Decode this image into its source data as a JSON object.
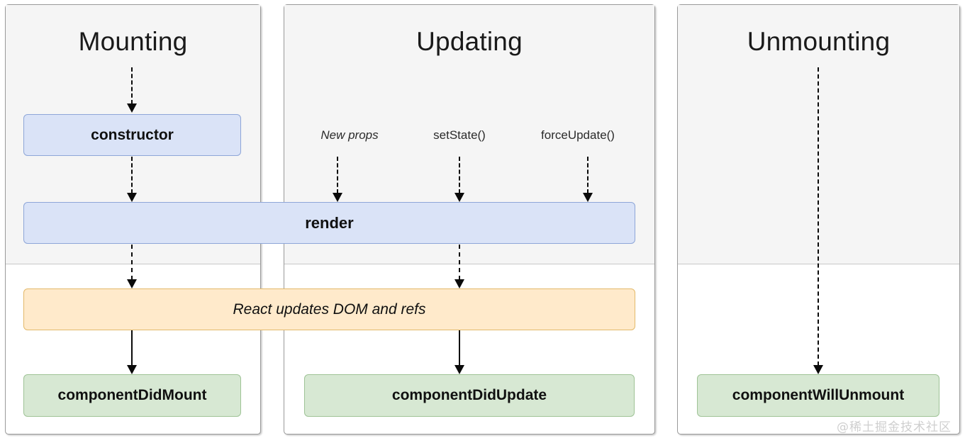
{
  "diagram": {
    "title_semantic": "react-component-lifecycle",
    "watermark": "@稀土掘金技术社区",
    "colors": {
      "blue_fill": "#dae3f7",
      "blue_stroke": "#8ea6d8",
      "green_fill": "#d7e8d3",
      "green_stroke": "#9fc396",
      "orange_fill": "#ffeacb",
      "orange_stroke": "#e3b96a",
      "panel_top_fill": "#f5f5f5",
      "panel_stroke": "#9a9a9a",
      "arrow_color": "#0a0a0a"
    }
  },
  "phases": {
    "mounting": {
      "title": "Mounting"
    },
    "updating": {
      "title": "Updating"
    },
    "unmounting": {
      "title": "Unmounting"
    }
  },
  "triggers": [
    {
      "label": "New props",
      "italic": true
    },
    {
      "label": "setState()",
      "italic": false
    },
    {
      "label": "forceUpdate()",
      "italic": false
    }
  ],
  "nodes": {
    "constructor": {
      "label": "constructor",
      "color": "blue"
    },
    "render": {
      "label": "render",
      "color": "blue"
    },
    "react_updates": {
      "label": "React updates DOM and refs",
      "color": "orange"
    },
    "component_did_mount": {
      "label": "componentDidMount",
      "color": "green"
    },
    "component_did_update": {
      "label": "componentDidUpdate",
      "color": "green"
    },
    "component_will_unmount": {
      "label": "componentWillUnmount",
      "color": "green"
    }
  }
}
